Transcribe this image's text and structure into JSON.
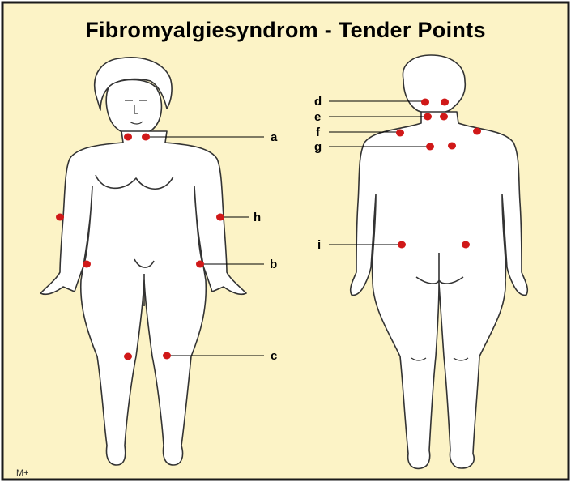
{
  "title": "Fibromyalgiesyndrom - Tender Points",
  "footer": "M+",
  "colors": {
    "background": "#fcf3c6",
    "frame": "#1a1a1a",
    "body_fill": "#ffffff",
    "body_outline": "#333333",
    "tender_point": "#d01818"
  },
  "labels": {
    "a": "a",
    "b": "b",
    "c": "c",
    "d": "d",
    "e": "e",
    "f": "f",
    "g": "g",
    "h": "h",
    "i": "i"
  }
}
